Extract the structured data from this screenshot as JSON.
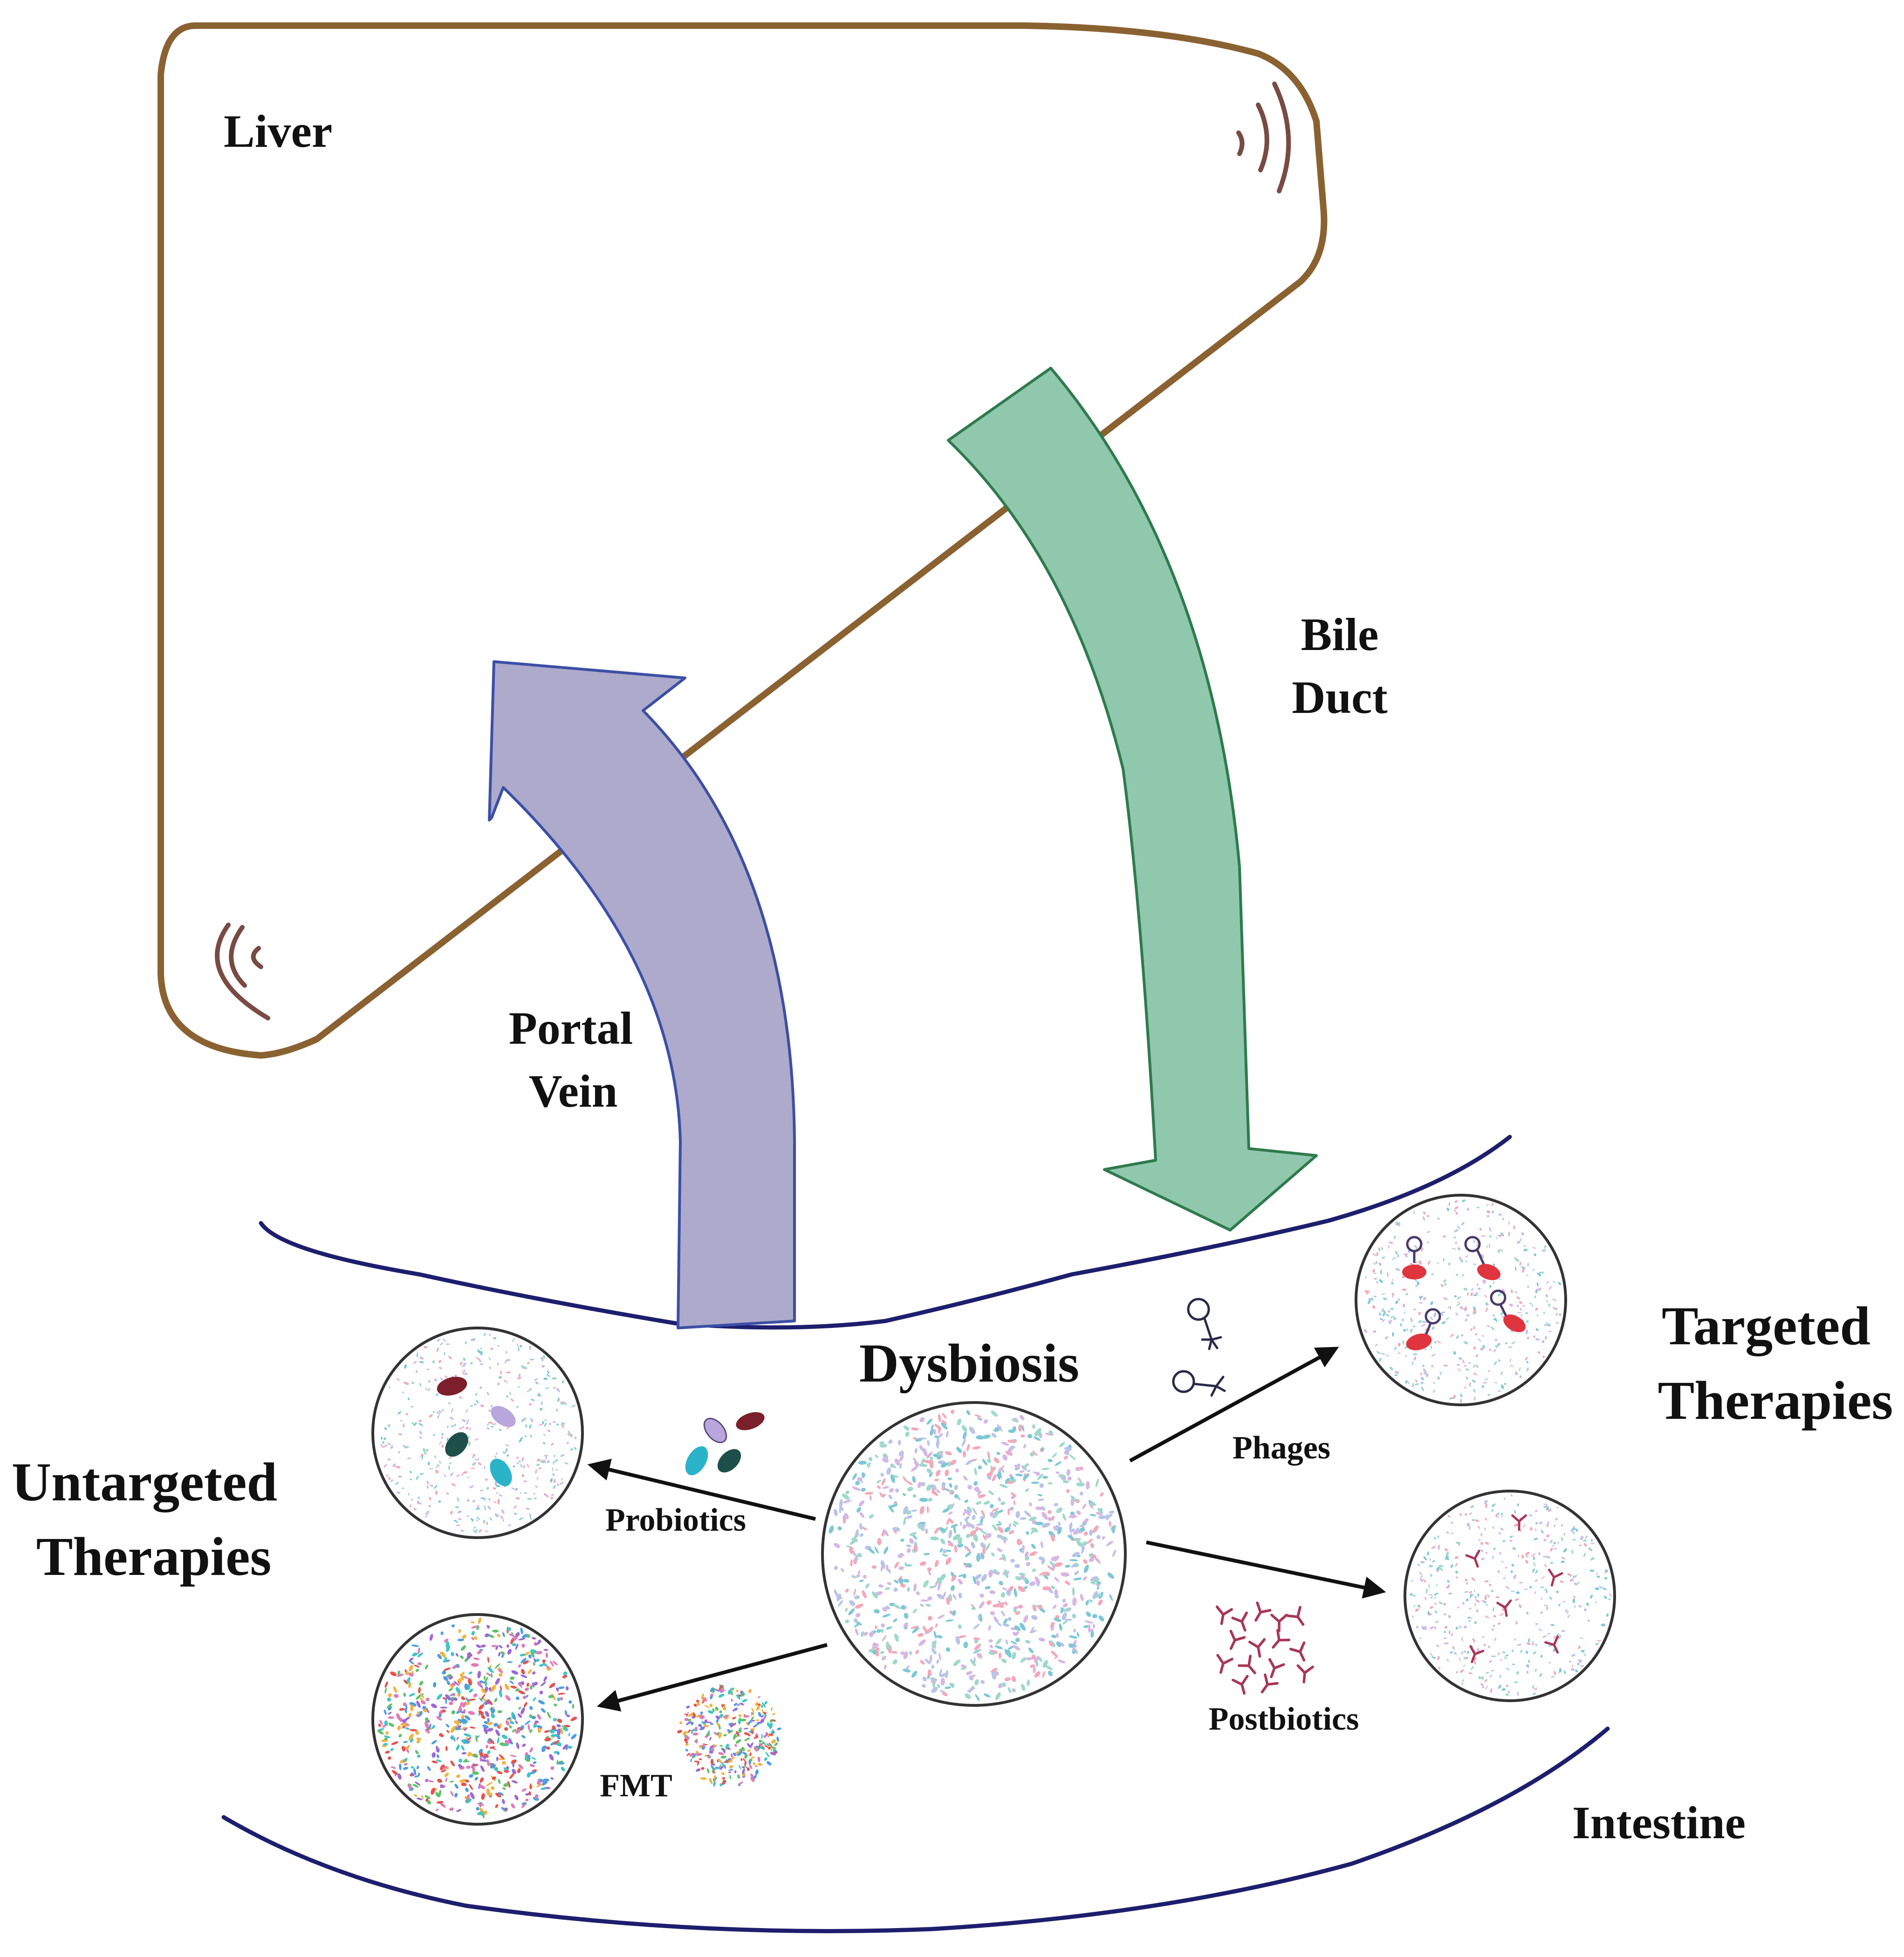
{
  "labels": {
    "liver": "Liver",
    "bile_duct": [
      "Bile",
      "Duct"
    ],
    "portal_vein": [
      "Portal",
      "Vein"
    ],
    "dysbiosis": "Dysbiosis",
    "targeted_therapies": [
      "Targeted",
      "Therapies"
    ],
    "untargeted_therapies": [
      "Untargeted",
      "Therapies"
    ],
    "phages": "Phages",
    "probiotics": "Probiotics",
    "postbiotics": "Postbiotics",
    "fmt": "FMT",
    "intestine": "Intestine"
  },
  "colors": {
    "liver_outline": "#8a6232",
    "liver_marks": "#7a4a44",
    "bile_fill": "#8fc8ac",
    "bile_stroke": "#2f7a4e",
    "portal_fill": "#aeaacb",
    "portal_stroke": "#3c4fa6",
    "intestine_line": "#1e1e6e",
    "arrow": "#111111",
    "circle_stroke": "#333333",
    "dot_palette": [
      "#7ec8d6",
      "#f3a9b8",
      "#b9c4e8",
      "#9fd9c9",
      "#d6b7e6"
    ],
    "fmt_palette": [
      "#e6534d",
      "#4e9de0",
      "#62c16b",
      "#f2b33d",
      "#9b6ad6",
      "#3fc6c6",
      "#e07bb6"
    ],
    "probiotic_cells": [
      "#7a1f2b",
      "#b9a6dd",
      "#1f4f4a",
      "#2bb3c9"
    ],
    "phage_red": "#e0343f",
    "postbiotic_color": "#a8375a"
  }
}
